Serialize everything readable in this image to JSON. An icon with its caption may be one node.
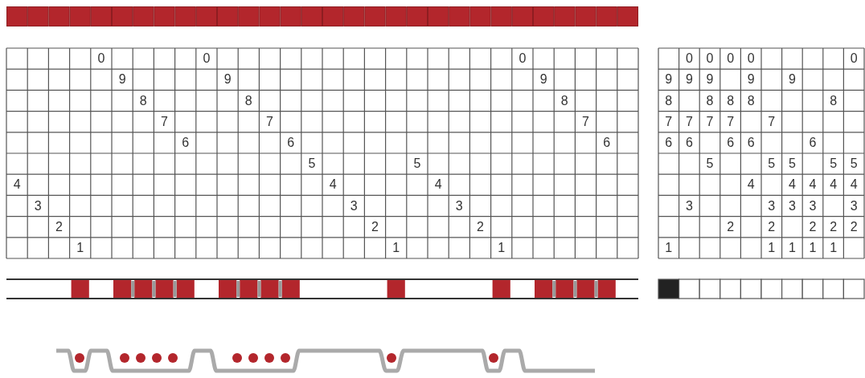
{
  "diagram": {
    "labels": [
      "0",
      "0",
      "0",
      "9",
      "9",
      "9",
      "8",
      "8",
      "8",
      "7",
      "7",
      "7",
      "6",
      "6",
      "6",
      "5",
      "5",
      "4",
      "4",
      "4",
      "3",
      "3",
      "3",
      "2",
      "2",
      "2",
      "1",
      "1",
      "1",
      "0",
      "0",
      "0",
      "0",
      "0",
      "9",
      "9",
      "9",
      "9",
      "9",
      "8",
      "8",
      "8",
      "8",
      "8",
      "7",
      "7",
      "7",
      "7",
      "7",
      "6",
      "6",
      "6",
      "6",
      "6",
      "5",
      "5",
      "5",
      "5",
      "5",
      "4",
      "4",
      "4",
      "4",
      "4",
      "3",
      "3",
      "3",
      "3",
      "3",
      "2",
      "2",
      "2",
      "2",
      "2",
      "1",
      "1",
      "1",
      "1",
      "1"
    ]
  }
}
